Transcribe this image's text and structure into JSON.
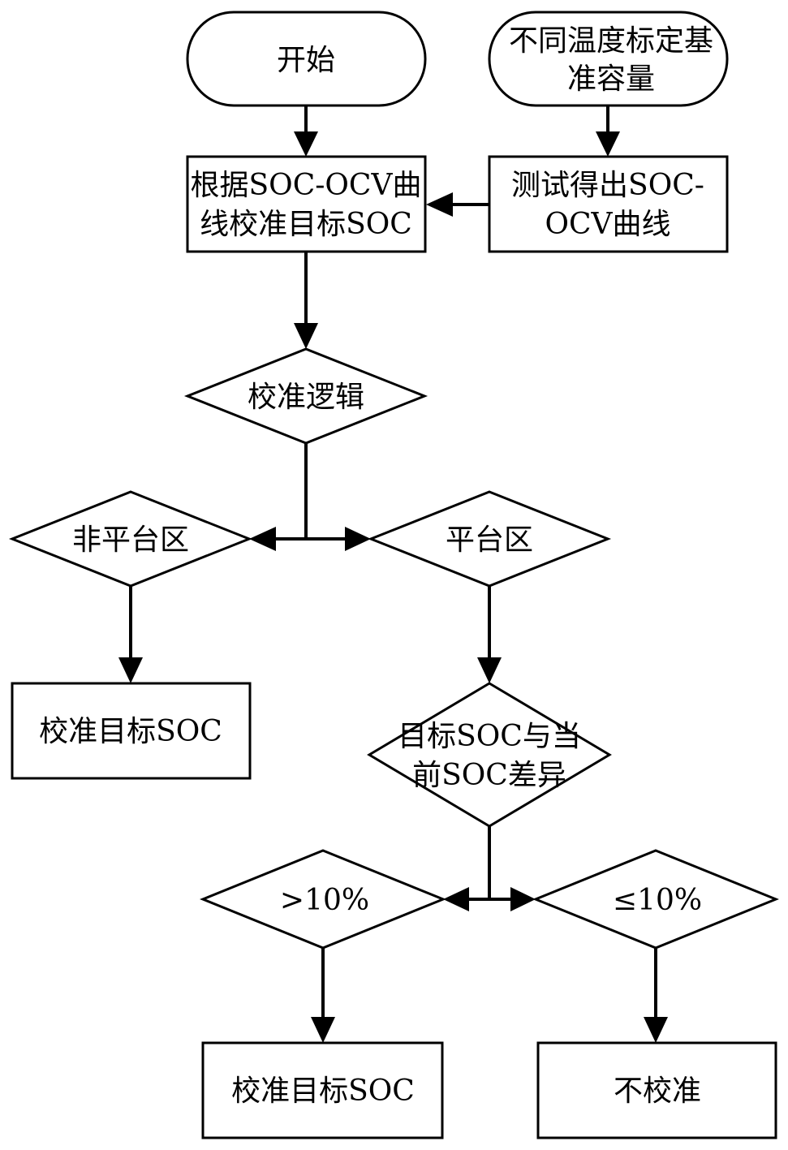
{
  "nodes": {
    "start": {
      "label": "开始"
    },
    "calib_capacity": {
      "line1": "不同温度标定基",
      "line2": "准容量"
    },
    "calibrate_by_curve": {
      "line1": "根据SOC-OCV曲",
      "line2": "线校准目标SOC"
    },
    "test_curve": {
      "line1": "测试得出SOC-",
      "line2": "OCV曲线"
    },
    "calibration_logic": {
      "label": "校准逻辑"
    },
    "non_plateau": {
      "label": "非平台区"
    },
    "plateau": {
      "label": "平台区"
    },
    "calibrate_target_left": {
      "label": "校准目标SOC"
    },
    "soc_difference": {
      "line1": "目标SOC与当",
      "line2": "前SOC差异"
    },
    "gt10": {
      "label": ">10%"
    },
    "le10": {
      "label": "≤10%"
    },
    "calibrate_target_bottom": {
      "label": "校准目标SOC"
    },
    "no_calibration": {
      "label": "不校准"
    }
  }
}
